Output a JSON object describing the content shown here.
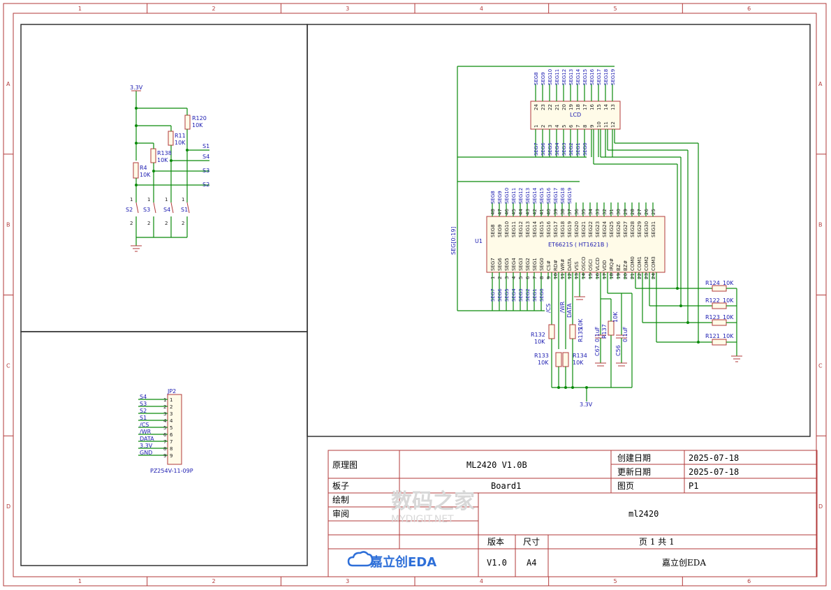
{
  "frame": {
    "cols": [
      "1",
      "2",
      "3",
      "4",
      "5",
      "6"
    ],
    "rows": [
      "A",
      "B",
      "C",
      "D"
    ]
  },
  "left_panel": {
    "power_label": "3.3V",
    "resistors": [
      {
        "ref": "R120",
        "val": "10K"
      },
      {
        "ref": "R11",
        "val": "10K"
      },
      {
        "ref": "R138",
        "val": "10K"
      },
      {
        "ref": "R4",
        "val": "10K"
      }
    ],
    "nets": [
      "S1",
      "S4",
      "S3",
      "S2"
    ],
    "switches": [
      "S2",
      "S3",
      "S4",
      "S1"
    ],
    "switch_pins": [
      "1",
      "2"
    ]
  },
  "connector": {
    "ref": "JP2",
    "part": "PZ254V-11-09P",
    "nets": [
      "S4",
      "S3",
      "S2",
      "S1",
      "/CS",
      "/WR",
      "DATA",
      "3.3V",
      "GND"
    ],
    "pins": [
      "1",
      "2",
      "3",
      "4",
      "5",
      "6",
      "7",
      "8",
      "9"
    ]
  },
  "lcd": {
    "name": "LCD",
    "top_pins": [
      "24",
      "23",
      "22",
      "21",
      "20",
      "19",
      "18",
      "17",
      "16",
      "15",
      "14",
      "13"
    ],
    "bottom_pins": [
      "1",
      "2",
      "3",
      "4",
      "5",
      "6",
      "7",
      "8",
      "9",
      "10",
      "11",
      "12"
    ],
    "top_nets": [
      "SEG8",
      "SEG9",
      "SEG10",
      "SEG11",
      "SEG12",
      "SEG13",
      "SEG14",
      "SEG15",
      "SEG16",
      "SEG17",
      "SEG18",
      "SEG19"
    ],
    "bottom_nets": [
      "SEG7",
      "SEG6",
      "SEG5",
      "SEG4",
      "SEG3",
      "SEG2",
      "SEG1",
      "SEG0"
    ]
  },
  "ic": {
    "ref": "U1",
    "name": "ET6621S ( HT1621B )",
    "bus_label": "SEG[0:19]",
    "top_pins": [
      "48",
      "47",
      "46",
      "45",
      "44",
      "43",
      "42",
      "41",
      "40",
      "39",
      "38",
      "37",
      "36",
      "35",
      "34",
      "33",
      "32",
      "31",
      "30",
      "29",
      "28",
      "27",
      "26",
      "25"
    ],
    "top_names": [
      "SEG8",
      "SEG9",
      "SEG10",
      "SEG11",
      "SEG12",
      "SEG13",
      "SEG14",
      "SEG15",
      "SEG16",
      "SEG17",
      "SEG18",
      "SEG19",
      "SEG20",
      "SEG21",
      "SEG22",
      "SEG23",
      "SEG24",
      "SEG25",
      "SEG26",
      "SEG27",
      "SEG28",
      "SEG29",
      "SEG30",
      "SEG31"
    ],
    "bottom_pins": [
      "1",
      "2",
      "3",
      "4",
      "5",
      "6",
      "7",
      "8",
      "9",
      "10",
      "11",
      "12",
      "13",
      "14",
      "15",
      "16",
      "17",
      "18",
      "19",
      "20",
      "21",
      "22",
      "23",
      "24"
    ],
    "bottom_names": [
      "SEG7",
      "SEG6",
      "SEG5",
      "SEG4",
      "SEG3",
      "SEG2",
      "SEG1",
      "SEG0",
      "CS#",
      "RD#",
      "WR#",
      "DATA",
      "VSS",
      "OSCO",
      "OSCI",
      "VLCD",
      "VDD",
      "IRQ#",
      "BZ",
      "BZ#",
      "COM0",
      "COM1",
      "COM2",
      "COM3"
    ],
    "signal_labels": [
      "/CS",
      "/WR",
      "DATA"
    ]
  },
  "passives": [
    {
      "ref": "R124",
      "val": "10K"
    },
    {
      "ref": "R122",
      "val": "10K"
    },
    {
      "ref": "R123",
      "val": "10K"
    },
    {
      "ref": "R121",
      "val": "10K"
    },
    {
      "ref": "R132",
      "val": "10K"
    },
    {
      "ref": "R133",
      "val": "10K"
    },
    {
      "ref": "R134",
      "val": "10K"
    },
    {
      "ref": "R135",
      "val": "10K"
    },
    {
      "ref": "R137",
      "val": "10K"
    },
    {
      "ref": "C67",
      "val": "0.1uF"
    },
    {
      "ref": "C56",
      "val": "0.1uF"
    }
  ],
  "supply_label": "3.3V",
  "title_block": {
    "schematic_label": "原理图",
    "title": "ML2420 V1.0B",
    "created_label": "创建日期",
    "created": "2025-07-18",
    "updated_label": "更新日期",
    "updated": "2025-07-18",
    "board_label": "板子",
    "board": "Board1",
    "page_label": "图页",
    "page": "P1",
    "drawn_label": "绘制",
    "review_label": "审阅",
    "project": "ml2420",
    "version_label": "版本",
    "size_label": "尺寸",
    "pages_text": "页    1    共    1",
    "version": "V1.0",
    "size": "A4",
    "company": "嘉立创EDA",
    "logo_text": "嘉立创EDA",
    "watermark": "数码之家",
    "watermark_sub": "MYDIGIT.NET"
  }
}
